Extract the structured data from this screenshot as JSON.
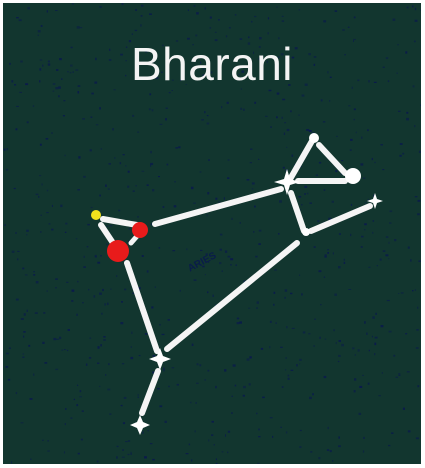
{
  "title": "Bharani",
  "constellation": {
    "label": "ARIES",
    "colors": {
      "background": "#12362f",
      "speckle": "#0a1c4a",
      "line": "#f5f5f5",
      "star_white": "#ffffff",
      "star_red": "#e81b1b",
      "star_yellow": "#f2e21d"
    },
    "stars": [
      {
        "name": "star-yellow-small",
        "color": "yellow",
        "shape": "dot"
      },
      {
        "name": "star-red-small",
        "color": "red",
        "shape": "dot"
      },
      {
        "name": "star-red-large",
        "color": "red",
        "shape": "dot"
      },
      {
        "name": "star-white-top",
        "color": "white",
        "shape": "dot"
      },
      {
        "name": "star-white-right-round",
        "color": "white",
        "shape": "dot"
      },
      {
        "name": "star-white-hub",
        "color": "white",
        "shape": "four-point"
      },
      {
        "name": "star-white-far-right",
        "color": "white",
        "shape": "four-point"
      },
      {
        "name": "star-white-lower",
        "color": "white",
        "shape": "four-point"
      },
      {
        "name": "star-white-bottom",
        "color": "white",
        "shape": "four-point"
      }
    ]
  }
}
